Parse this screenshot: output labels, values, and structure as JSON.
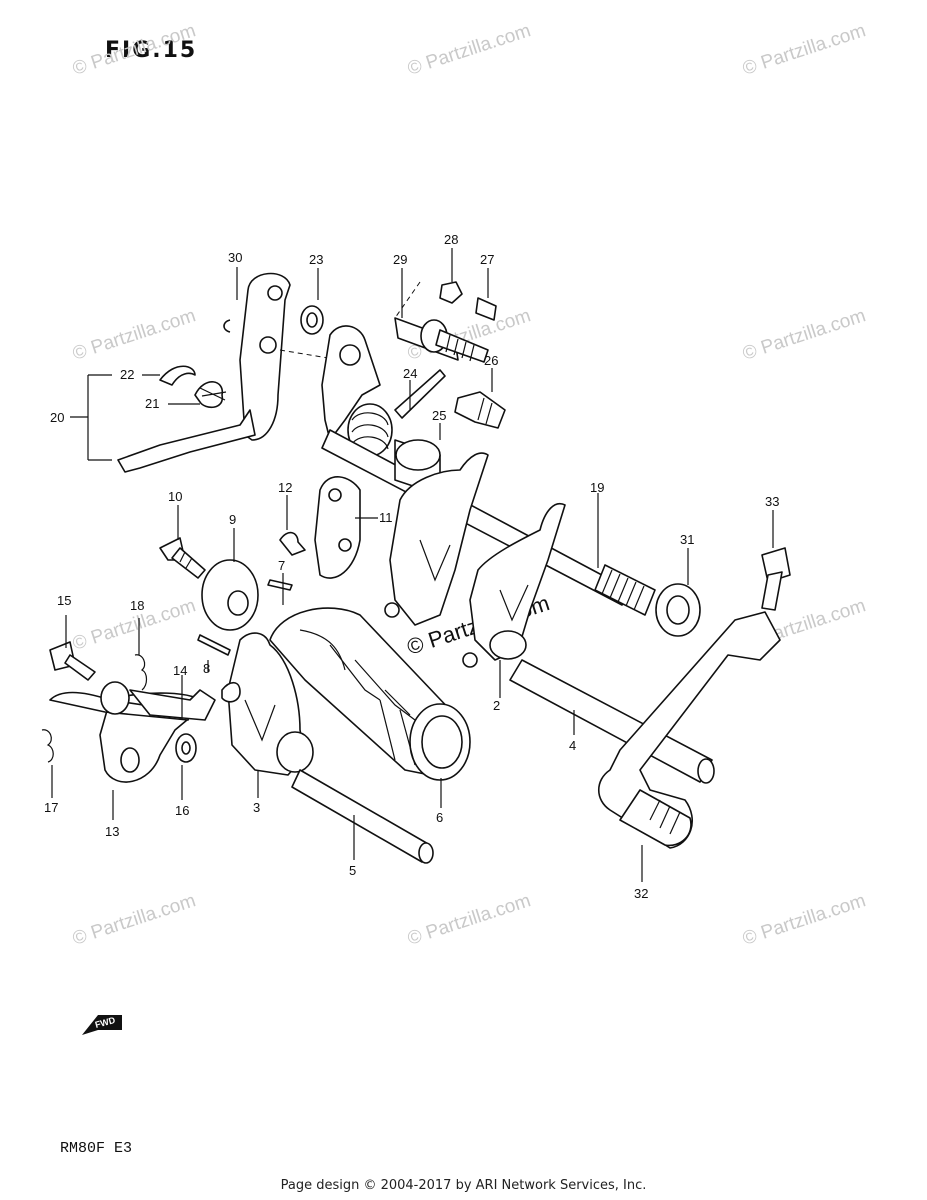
{
  "figure": {
    "title": "FIG.15"
  },
  "model_code": "RM80F  E3",
  "footer": "Page design © 2004-2017 by ARI Network Services, Inc.",
  "watermark": {
    "text": "© Partzilla.com"
  },
  "fwd_label": "FWD",
  "callouts": [
    "2",
    "3",
    "4",
    "5",
    "6",
    "7",
    "8",
    "9",
    "10",
    "11",
    "12",
    "13",
    "14",
    "15",
    "16",
    "17",
    "18",
    "19",
    "20",
    "21",
    "22",
    "23",
    "24",
    "25",
    "26",
    "27",
    "28",
    "29",
    "30",
    "31",
    "32",
    "33"
  ]
}
